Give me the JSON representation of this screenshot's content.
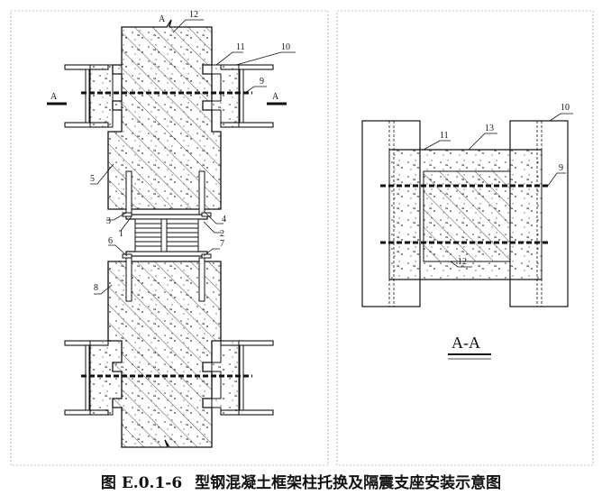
{
  "figure": {
    "number": "图 E.0.1-6",
    "title": "型钢混凝土框架柱托换及隔震支座安装示意图"
  },
  "elevation": {
    "callouts": [
      "12",
      "11",
      "10",
      "9",
      "5",
      "3",
      "1",
      "2",
      "4",
      "6",
      "7",
      "8"
    ],
    "section_mark_left": "A",
    "section_mark_right": "A",
    "section_mark_top": "A"
  },
  "section": {
    "title": "A-A",
    "callouts": [
      "10",
      "11",
      "13",
      "9",
      "12"
    ]
  }
}
